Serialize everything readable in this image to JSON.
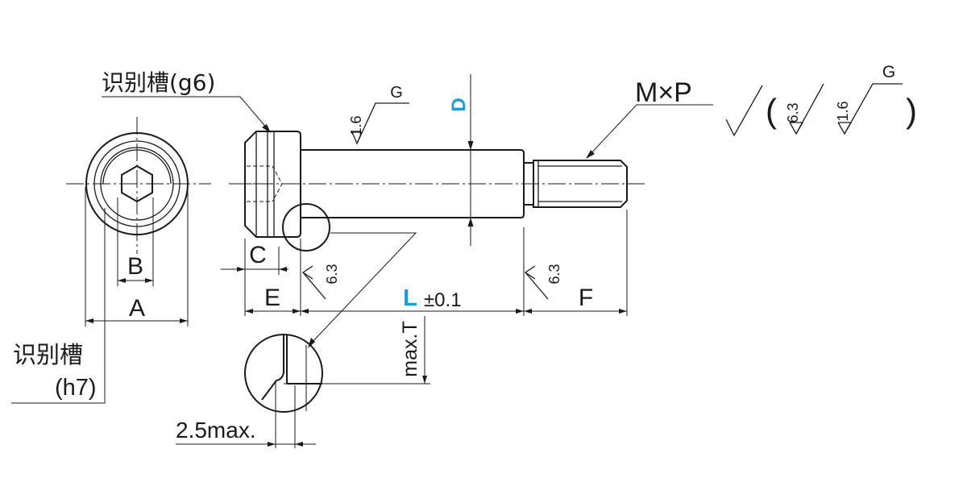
{
  "labels": {
    "groove_head": "识别槽(g6)",
    "groove_shaft_line1": "识别槽",
    "groove_shaft_line2": "(h7)",
    "dim_A": "A",
    "dim_B": "B",
    "dim_C": "C",
    "dim_D": "D",
    "dim_E": "E",
    "dim_F": "F",
    "dim_L": "L",
    "tol_L": "±0.1",
    "thread": "M×P",
    "max_T": "max.T",
    "undercut": "2.5max."
  },
  "surface_finish": {
    "ra_16": "1.6",
    "ra_63": "6.3",
    "grade_G": "G",
    "paren_open": "(",
    "paren_close": ")"
  },
  "colors": {
    "line": "#1a1a1a",
    "highlight": "#1a9ce0"
  }
}
